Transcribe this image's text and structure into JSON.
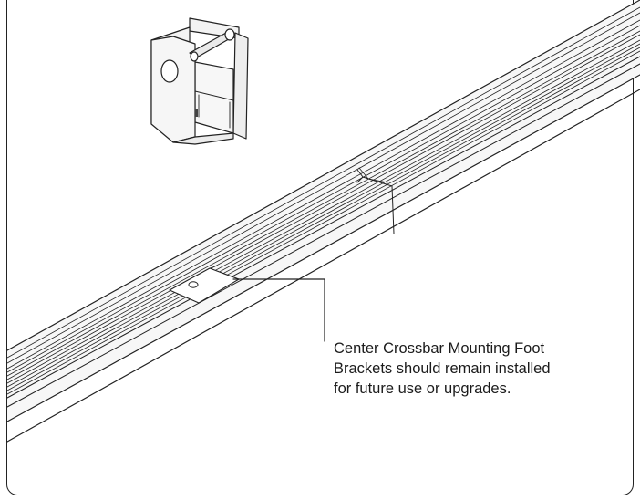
{
  "callout": {
    "lines": [
      "Center Crossbar Mounting Foot",
      "Brackets should remain installed",
      "for future use or upgrades."
    ]
  },
  "colors": {
    "line": "#222222",
    "part_fill": "#f3f3f3",
    "background": "#ffffff"
  },
  "icons": {
    "bracket": "mounting-foot-bracket-icon",
    "rail": "crossbar-rail-illustration"
  }
}
